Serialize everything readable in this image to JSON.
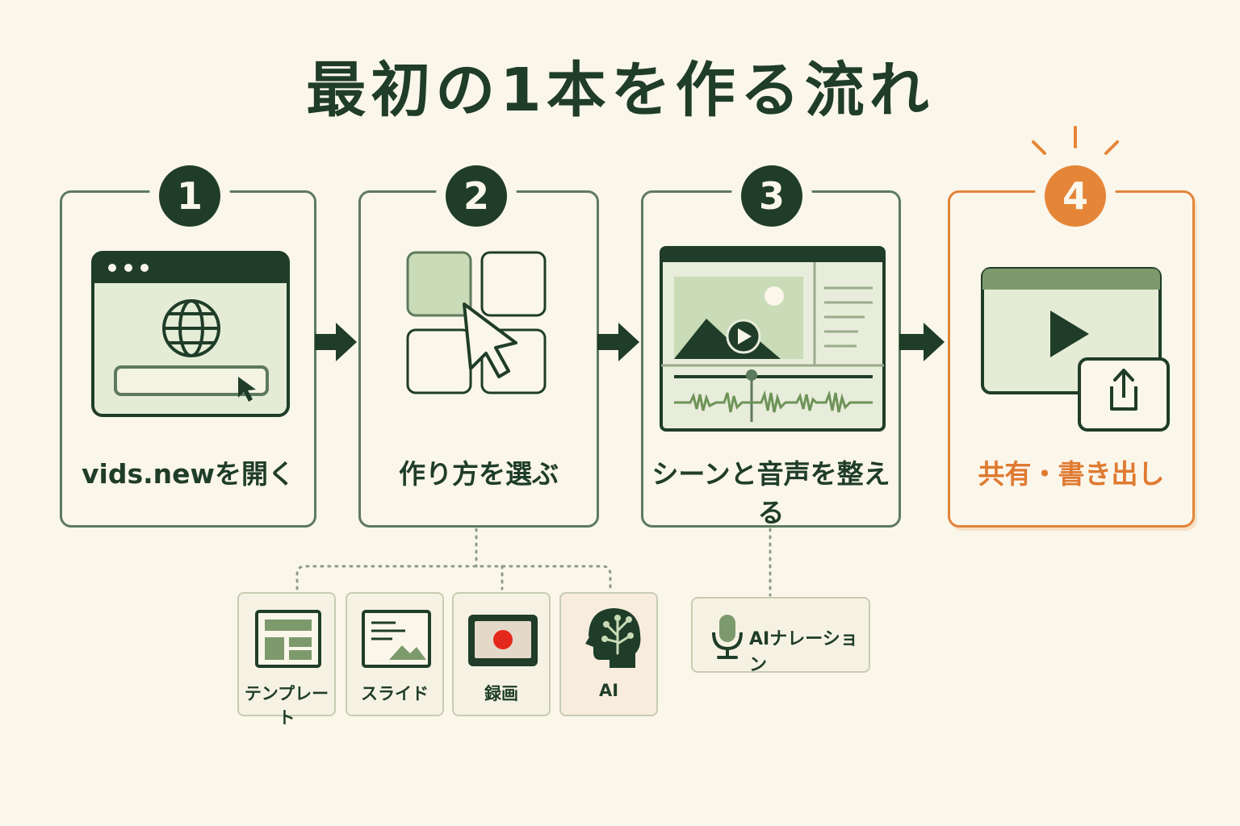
{
  "title": "最初の1本を作る流れ",
  "steps": [
    {
      "number": "1",
      "label": "vids.newを開く",
      "icon": "browser-globe-icon"
    },
    {
      "number": "2",
      "label": "作り方を選ぶ",
      "icon": "grid-cursor-icon"
    },
    {
      "number": "3",
      "label": "シーンと音声を整える",
      "icon": "video-editor-icon"
    },
    {
      "number": "4",
      "label": "共有・書き出し",
      "icon": "share-video-icon"
    }
  ],
  "options": [
    {
      "label": "テンプレート",
      "icon": "template-icon"
    },
    {
      "label": "スライド",
      "icon": "slide-icon"
    },
    {
      "label": "録画",
      "icon": "record-icon"
    },
    {
      "label": "AI",
      "icon": "ai-brain-icon"
    }
  ],
  "narration": {
    "label": "AIナレーション",
    "icon": "microphone-icon"
  },
  "colors": {
    "dark_green": "#1f3d28",
    "mid_green": "#5e7a5e",
    "light_green": "#c9dbb7",
    "accent_orange": "#e58537",
    "background": "#fbf6ea",
    "record_red": "#e5281c"
  }
}
